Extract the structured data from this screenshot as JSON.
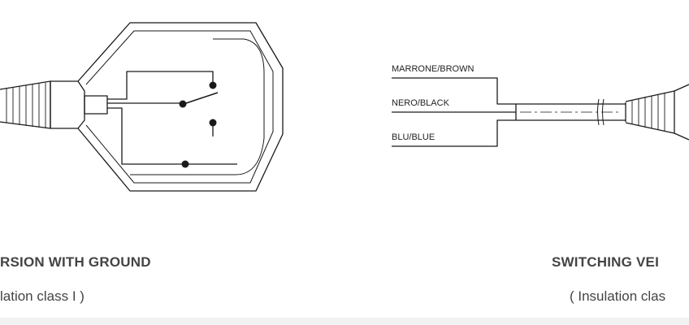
{
  "wire_labels": {
    "brown": "MARRONE/BROWN",
    "black": "NERO/BLACK",
    "blue": "BLU/BLUE"
  },
  "captions": {
    "left_title": "RSION WITH GROUND",
    "left_sub": "lation class I )",
    "right_title": "SWITCHING VEI",
    "right_sub": "( Insulation clas"
  },
  "colors": {
    "line": "#1a1a1a",
    "caption_text": "#444444",
    "bottom_bar": "#f2f2f2"
  }
}
